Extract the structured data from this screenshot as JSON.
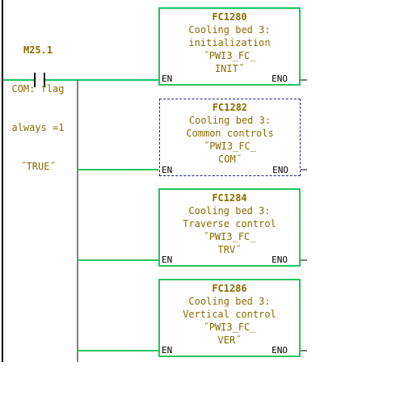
{
  "contact": {
    "address": "M25.1",
    "comment_lines": [
      "COM: flag",
      "always =1"
    ],
    "symbol": "˝TRUE˝"
  },
  "blocks": [
    {
      "number": "FC1280",
      "lines": [
        "Cooling bed 3:",
        "initialization",
        "˝PWI3_FC_",
        "INIT˝"
      ],
      "en": "EN",
      "eno": "ENO",
      "selected": false
    },
    {
      "number": "FC1282",
      "lines": [
        "Cooling bed 3:",
        "Common controls",
        "˝PWI3_FC_",
        "COM˝"
      ],
      "en": "EN",
      "eno": "ENO",
      "selected": true
    },
    {
      "number": "FC1284",
      "lines": [
        "Cooling bed 3:",
        "Traverse control",
        "˝PWI3_FC_",
        "TRV˝"
      ],
      "en": "EN",
      "eno": "ENO",
      "selected": false
    },
    {
      "number": "FC1286",
      "lines": [
        "Cooling bed 3:",
        "Vertical control",
        "˝PWI3_FC_",
        "VER˝"
      ],
      "en": "EN",
      "eno": "ENO",
      "selected": false
    }
  ],
  "colors": {
    "wire": "#22c55e",
    "text": "#8a6c00",
    "rail": "#000000",
    "selection": "#1a237e"
  }
}
